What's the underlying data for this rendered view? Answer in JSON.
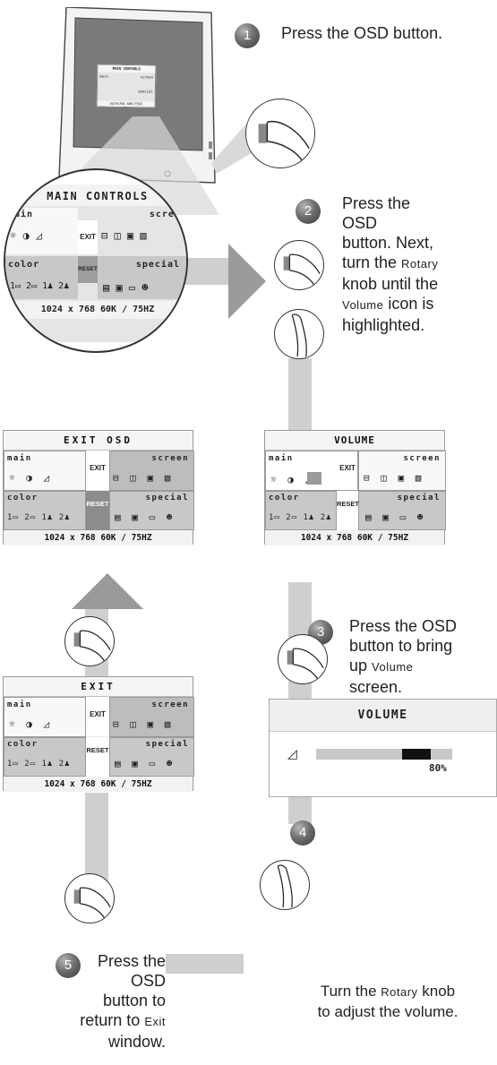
{
  "steps": [
    {
      "num": "1",
      "text": "Press the OSD button."
    },
    {
      "num": "2",
      "line1": "Press the",
      "line2": "OSD",
      "line3": "button. Next,",
      "line4": "turn the ",
      "line4b": "Rotary",
      "line5": "knob until the",
      "line6": "Volume",
      "line6b": " icon is",
      "line7": "highlighted."
    },
    {
      "num": "3",
      "line1": "Press the OSD",
      "line2": "button to bring",
      "line3": "up ",
      "line3b": "Volume",
      "line4": "screen."
    },
    {
      "num": "4",
      "line1": "Turn the ",
      "line1b": "Rotary",
      "line1c": " knob",
      "line2": "to adjust the volume."
    },
    {
      "num": "5",
      "line1": "Press the",
      "line2": "OSD",
      "line3": "button to",
      "line4": "return to ",
      "line4b": "Exit",
      "line5": "window."
    }
  ],
  "zoom_menu": {
    "title": "MAIN CONTROLS",
    "main": "main",
    "screen": "screen",
    "color": "color",
    "special": "special",
    "exit": "EXIT",
    "reset": "RESET",
    "main_icons": "☼ ◑ ◿",
    "screen_icons": "⊟ ◫ ▣ ▧",
    "color_icons": "1▭ 2▭ 1♟ 2♟",
    "special_icons": "▤ ▣ ▭ ☻",
    "footer": "1024 x 768   60K / 75HZ"
  },
  "mini_menu": {
    "title": "MAIN CONTROLS",
    "main": "main",
    "screen": "screen",
    "special": "special",
    "footer": "1024x768  60K/75HZ"
  },
  "menus": [
    {
      "title": "EXIT OSD",
      "main": "main",
      "screen": "screen",
      "color": "color",
      "special": "special",
      "exit": "EXIT",
      "reset": "RESET",
      "main_icons": "☼ ◑ ◿",
      "screen_icons": "⊟ ◫ ▣ ▧",
      "color_icons": "1▭ 2▭ 1♟ 2♟",
      "special_icons": "▤ ▣ ▭ ☻",
      "footer": "1024 x 768   60K / 75HZ"
    },
    {
      "title": "VOLUME",
      "main": "main",
      "screen": "screen",
      "color": "color",
      "special": "special",
      "exit": "EXIT",
      "reset": "RESET",
      "main_icons": "☼ ◑ ◿",
      "screen_icons": "⊟ ◫ ▣ ▧",
      "color_icons": "1▭ 2▭ 1♟ 2♟",
      "special_icons": "▤ ▣ ▭ ☻",
      "footer": "1024 x 768   60K / 75HZ"
    },
    {
      "title": "EXIT",
      "main": "main",
      "screen": "screen",
      "color": "color",
      "special": "special",
      "exit": "EXIT",
      "reset": "RESET",
      "main_icons": "☼ ◑ ◿",
      "screen_icons": "⊟ ◫ ▣ ▧",
      "color_icons": "1▭ 2▭ 1♟ 2♟",
      "special_icons": "▤ ▣ ▭ ☻",
      "footer": "1024 x 768   60K / 75HZ"
    }
  ],
  "volume_screen": {
    "title": "VOLUME",
    "icon": "◿",
    "level_percent": 80,
    "level_label": "80%"
  },
  "colors": {
    "bar": "#cfcfcf",
    "arrow": "#9a9a9a",
    "ball": "#555555"
  }
}
